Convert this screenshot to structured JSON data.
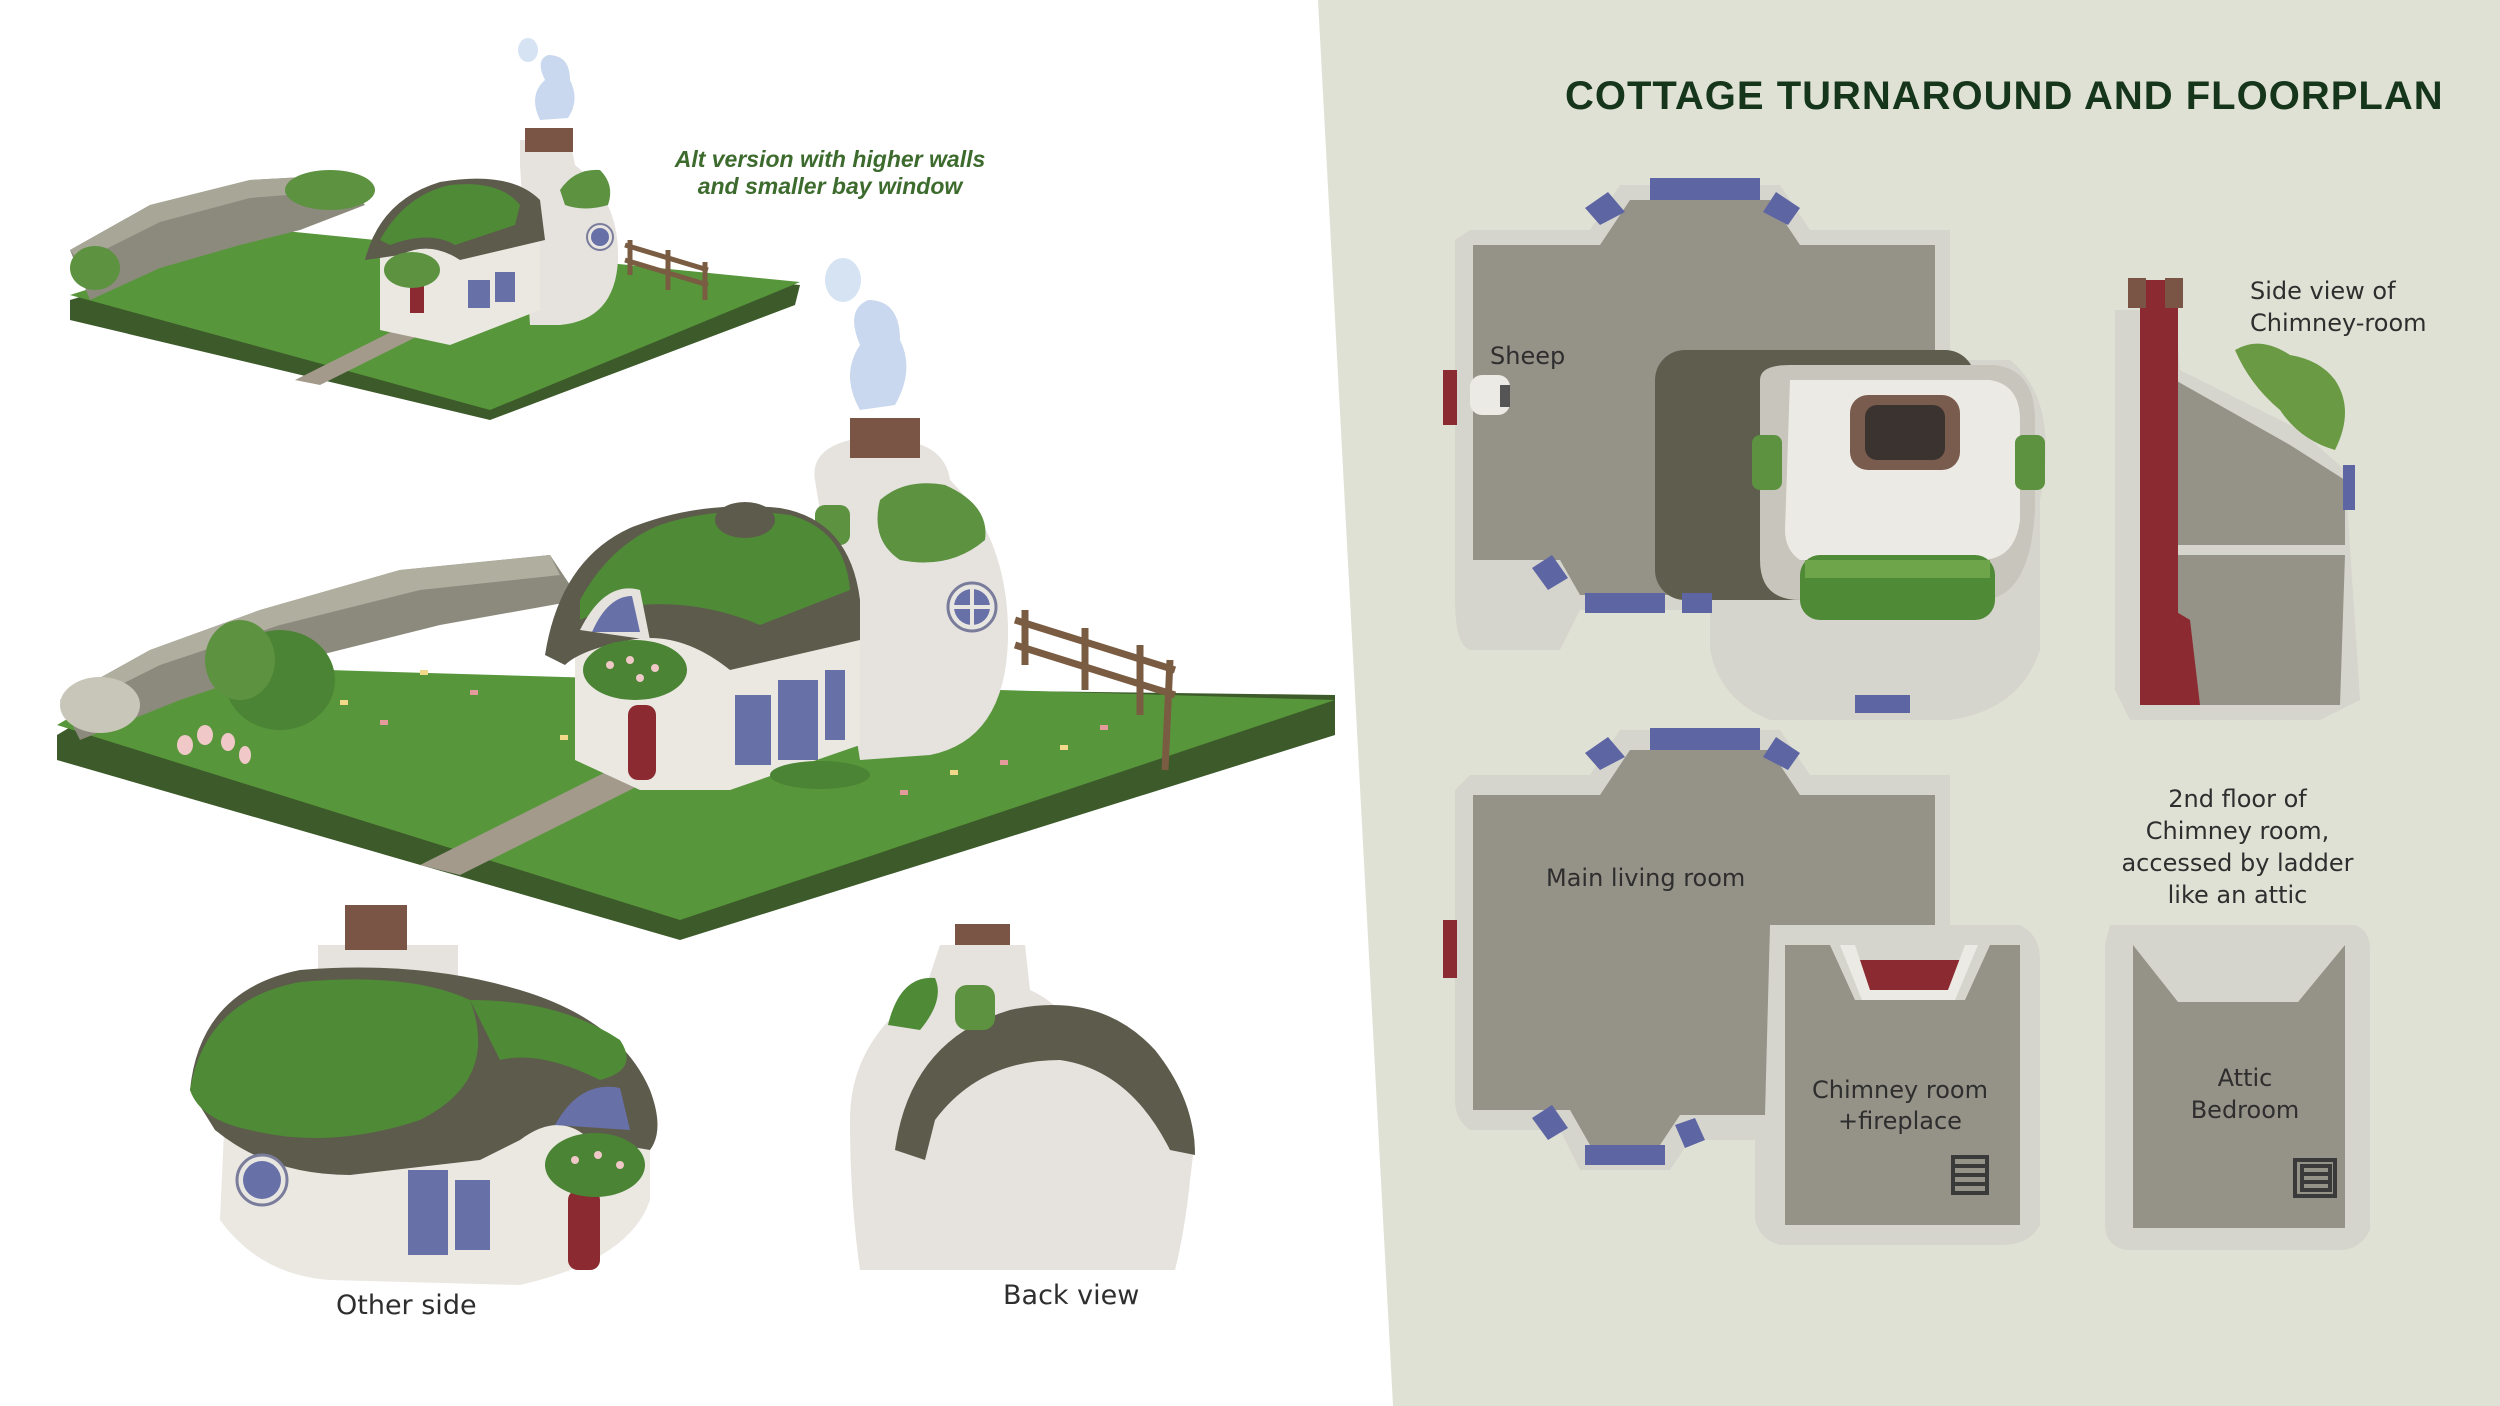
{
  "title": "COTTAGE TURNAROUND AND FLOORPLAN",
  "alt_note": {
    "line1": "Alt version with higher walls",
    "line2": "and smaller bay window"
  },
  "captions": {
    "other_side": "Other side",
    "back_view": "Back view"
  },
  "floorplan": {
    "sheep": "Sheep",
    "side_view": {
      "line1": "Side view of",
      "line2": "Chimney-room"
    },
    "main_living_room": "Main living room",
    "chimney_room": {
      "line1": "Chimney room",
      "line2": "+fireplace"
    },
    "second_floor": {
      "line1": "2nd floor of",
      "line2": "Chimney room,",
      "line3": "accessed by ladder",
      "line4": "like an attic"
    },
    "attic": {
      "line1": "Attic",
      "line2": "Bedroom"
    }
  },
  "colors": {
    "panel": "#e0e1d5",
    "floor": "#959288",
    "wall_edge": "#d6d5cd",
    "window": "#5d66a3",
    "door": "#8b2a30",
    "grass": "#4f8a36",
    "roof": "#5d5b4c",
    "moss": "#4f8a36"
  }
}
